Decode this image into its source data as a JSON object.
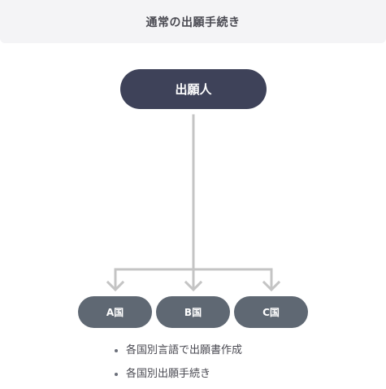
{
  "header": {
    "title": "通常の出願手続き"
  },
  "applicant": {
    "label": "出願人"
  },
  "countries": [
    {
      "label": "A国"
    },
    {
      "label": "B国"
    },
    {
      "label": "C国"
    }
  ],
  "notes": [
    "各国別言語で出願書作成",
    "各国別出願手続き"
  ],
  "colors": {
    "header_bg": "#f4f4f6",
    "applicant_bg": "#3e4259",
    "country_bg": "#5f6873",
    "connector": "#c4c4c4"
  }
}
